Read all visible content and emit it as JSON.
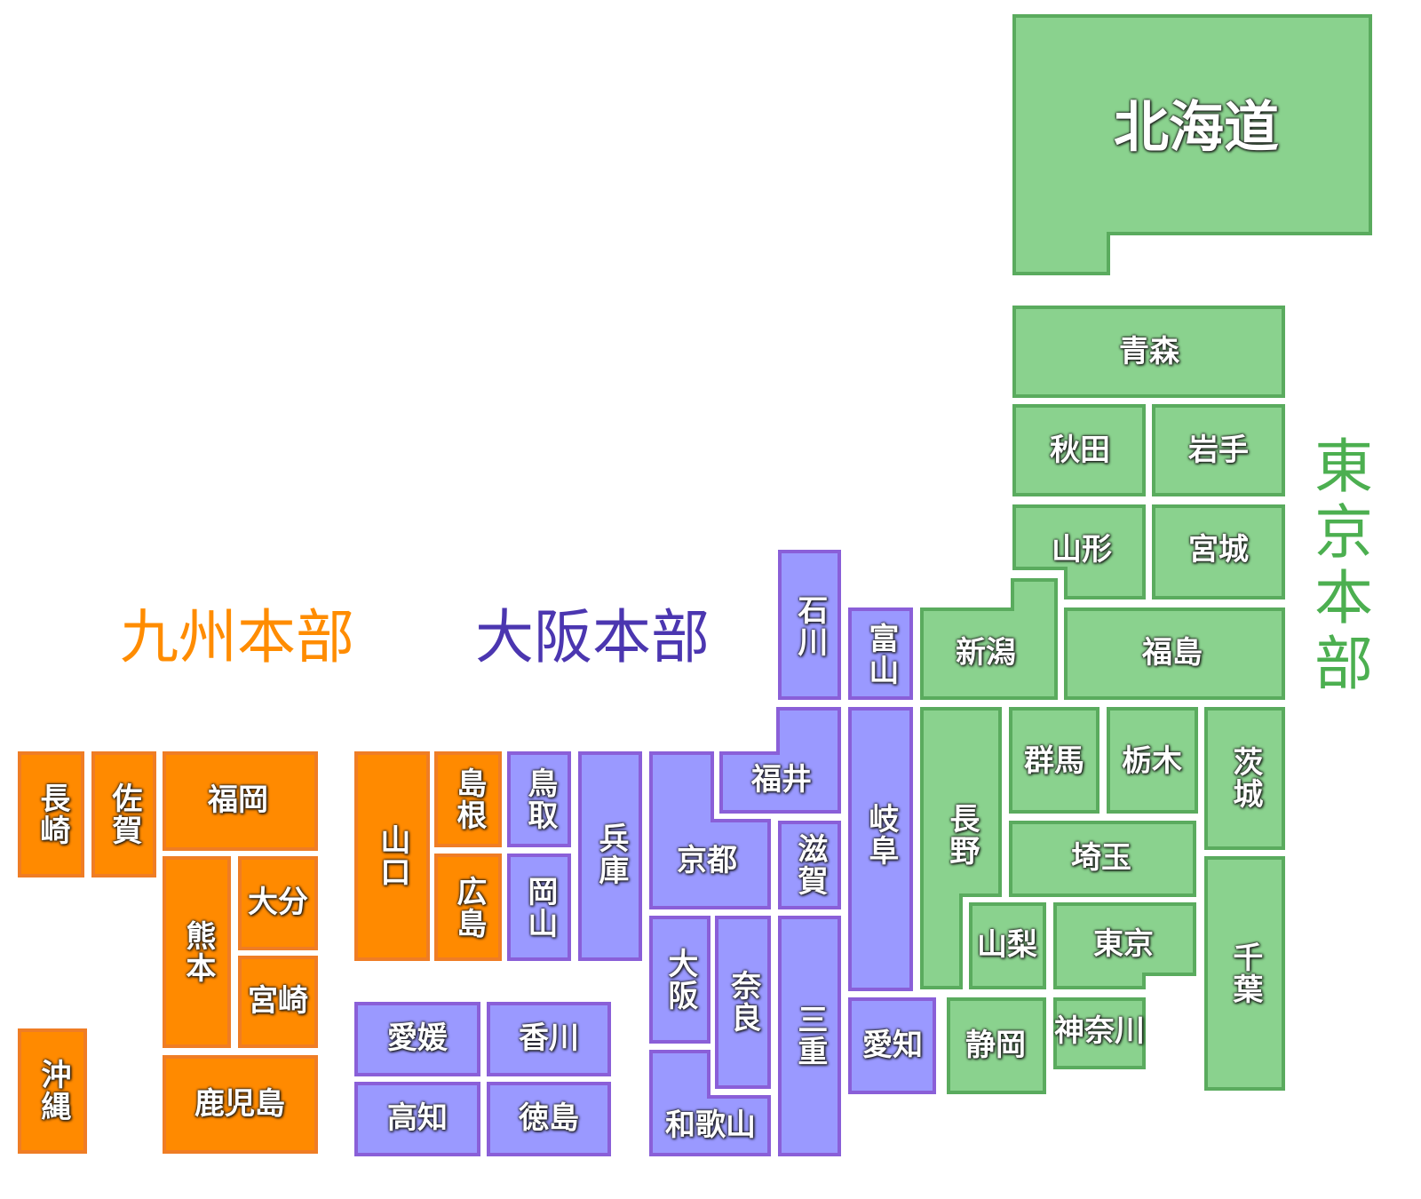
{
  "headquarters": {
    "kyushu": {
      "label": "九州本部",
      "color": "#ff8c00"
    },
    "osaka": {
      "label": "大阪本部",
      "color": "#4b36b0"
    },
    "tokyo": {
      "label": "東京本部",
      "color": "#4caf50"
    }
  },
  "colors": {
    "green": {
      "fill": "#8ad28e",
      "stroke": "#5aab5e"
    },
    "orange": {
      "fill": "#ff8a00",
      "stroke": "#ef7d25"
    },
    "purple": {
      "fill": "#9a99ff",
      "stroke": "#8a5fd8"
    }
  },
  "prefectures": {
    "hokkaido": "北海道",
    "aomori": "青森",
    "akita": "秋田",
    "iwate": "岩手",
    "yamagata": "山形",
    "miyagi": "宮城",
    "niigata": "新潟",
    "fukushima": "福島",
    "nagano": "長野",
    "gunma": "群馬",
    "tochigi": "栃木",
    "ibaraki": "茨城",
    "saitama": "埼玉",
    "yamanashi": "山梨",
    "tokyo": "東京",
    "chiba": "千葉",
    "shizuoka": "静岡",
    "kanagawa": "神奈川",
    "ishikawa": "石川",
    "toyama": "富山",
    "fukui": "福井",
    "gifu": "岐阜",
    "kyoto": "京都",
    "shiga": "滋賀",
    "osaka": "大阪",
    "nara": "奈良",
    "mie": "三重",
    "wakayama": "和歌山",
    "aichi": "愛知",
    "hyogo": "兵庫",
    "tottori": "鳥取",
    "okayama": "岡山",
    "ehime": "愛媛",
    "kagawa": "香川",
    "kochi": "高知",
    "tokushima": "徳島",
    "yamaguchi": "山口",
    "shimane": "島根",
    "hiroshima": "広島",
    "nagasaki": "長崎",
    "saga": "佐賀",
    "fukuoka": "福岡",
    "kumamoto": "熊本",
    "oita": "大分",
    "miyazaki": "宮崎",
    "kagoshima": "鹿児島",
    "okinawa": "沖縄"
  }
}
